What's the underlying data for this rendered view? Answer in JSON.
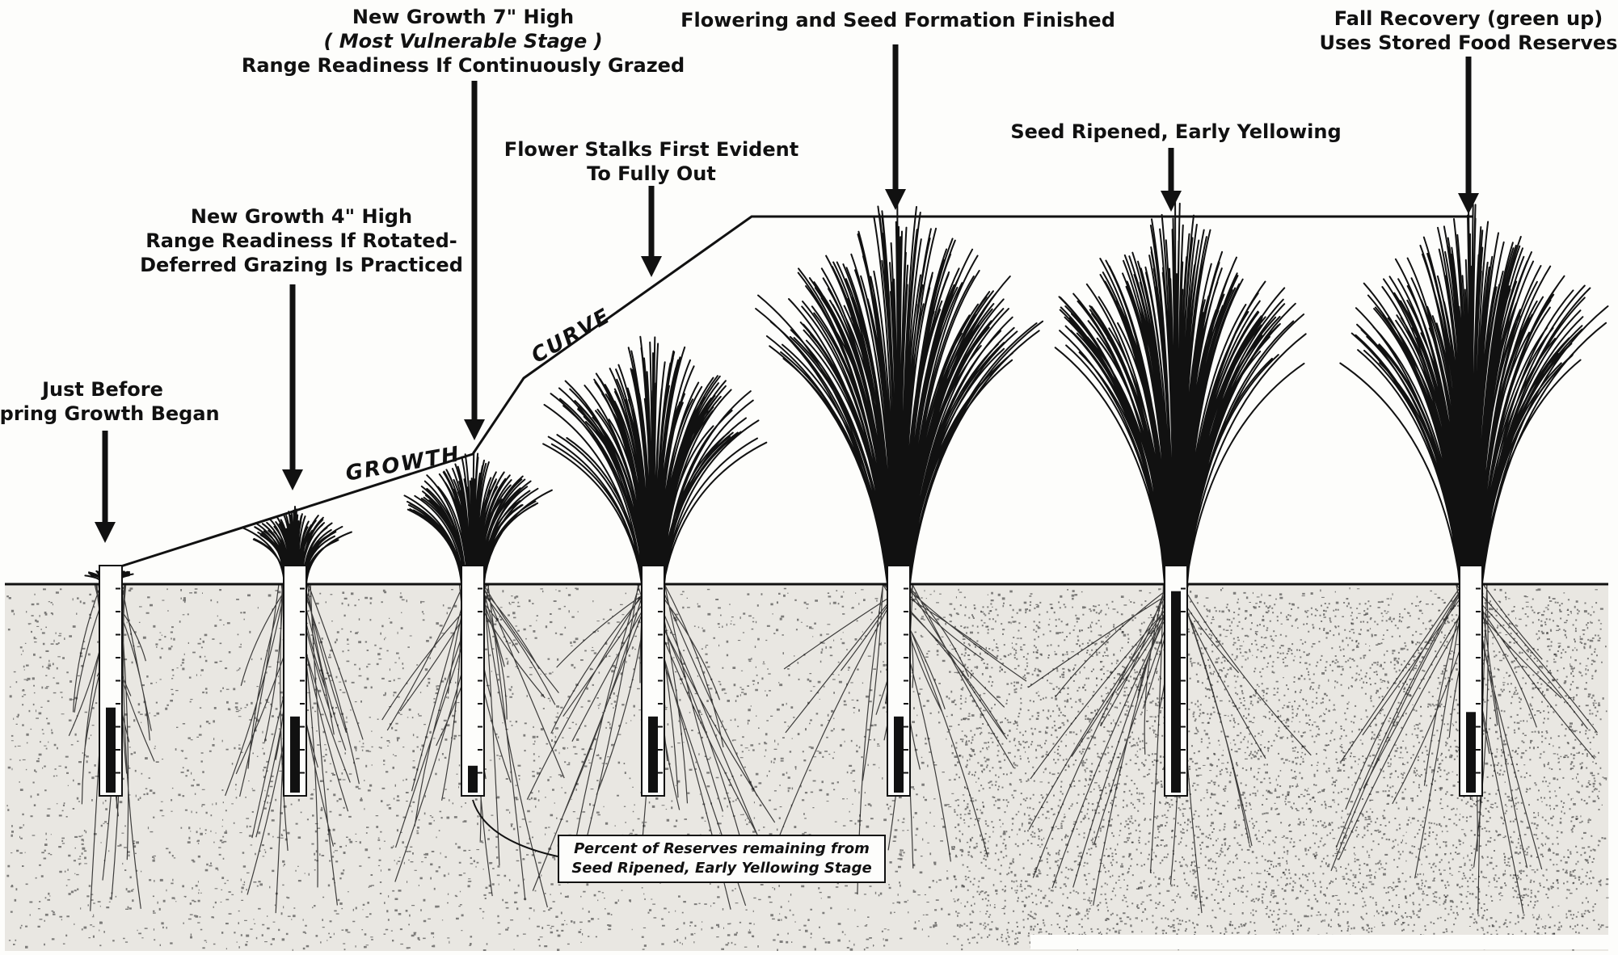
{
  "diagram": {
    "stage_labels": [
      {
        "id": "stage-1",
        "lines": [
          "Just Before",
          "Spring Growth Began"
        ]
      },
      {
        "id": "stage-2",
        "lines": [
          "New Growth 4\" High",
          "Range Readiness If Rotated-",
          "Deferred Grazing Is Practiced"
        ]
      },
      {
        "id": "stage-3",
        "lines": [
          "New Growth 7\" High",
          "( Most Vulnerable Stage )",
          "Range Readiness If Continuously Grazed"
        ]
      },
      {
        "id": "stage-4",
        "lines": [
          "Flower Stalks First Evident",
          "To Fully Out"
        ]
      },
      {
        "id": "stage-5",
        "lines": [
          "Flowering and Seed Formation Finished"
        ]
      },
      {
        "id": "stage-6",
        "lines": [
          "Seed Ripened, Early Yellowing"
        ]
      },
      {
        "id": "stage-7",
        "lines": [
          "Fall Recovery (green up)",
          "Uses Stored Food Reserves"
        ]
      }
    ],
    "curve_words": [
      "GROWTH",
      "CURVE"
    ],
    "reserve_gauges": [
      {
        "stage": "stage-1",
        "reserve_fraction": 0.38
      },
      {
        "stage": "stage-2",
        "reserve_fraction": 0.34
      },
      {
        "stage": "stage-3",
        "reserve_fraction": 0.12
      },
      {
        "stage": "stage-4",
        "reserve_fraction": 0.34
      },
      {
        "stage": "stage-5",
        "reserve_fraction": 0.34
      },
      {
        "stage": "stage-6",
        "reserve_fraction": 0.9
      },
      {
        "stage": "stage-7",
        "reserve_fraction": 0.36
      }
    ],
    "callout": {
      "lines": [
        "Percent of Reserves remaining from",
        "Seed Ripened, Early Yellowing Stage"
      ]
    },
    "colors": {
      "ink": "#111111",
      "paper": "#fdfdfb"
    }
  }
}
